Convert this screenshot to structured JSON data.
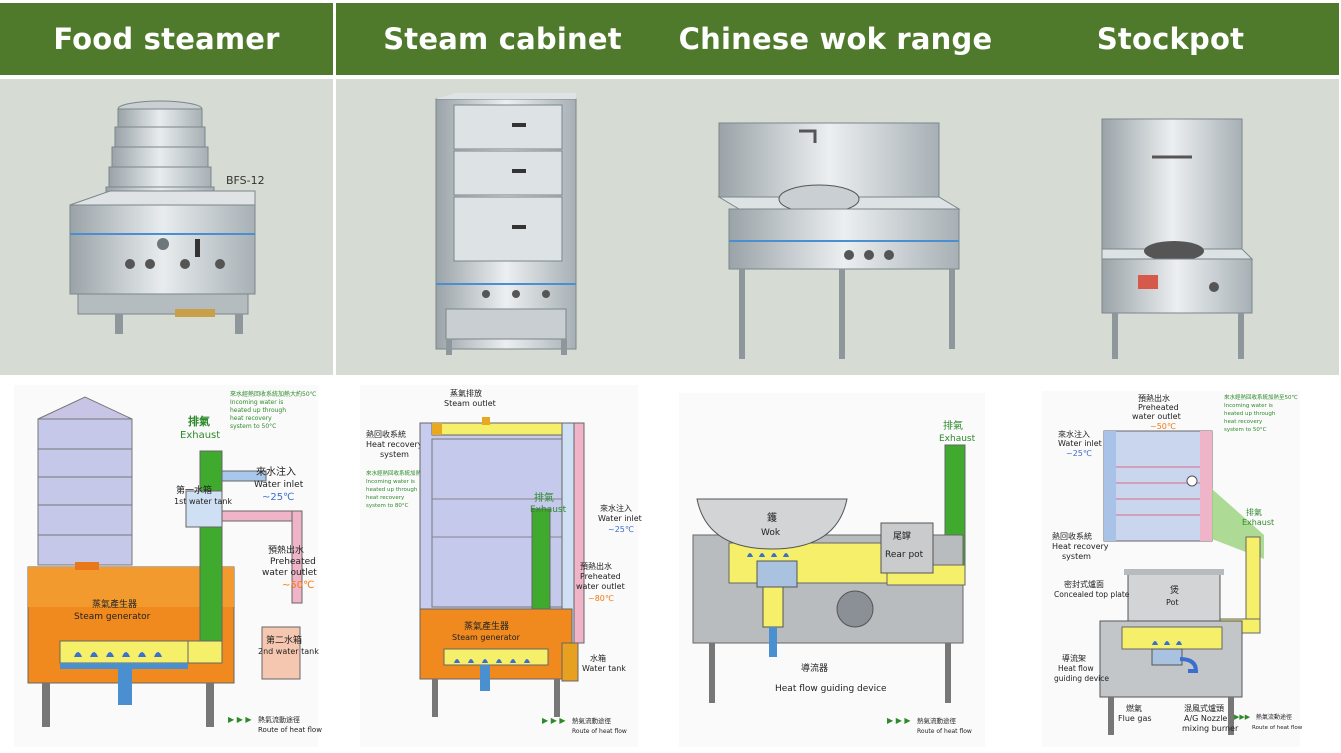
{
  "columns": [
    {
      "title": "Food steamer",
      "model_label": "BFS-12",
      "diagram": {
        "exhaust_zh": "排氣",
        "exhaust_en": "Exhaust",
        "note_zh": "來水經熱回收系統加熱大約50℃",
        "note_en_1": "Incoming water is",
        "note_en_2": "heated up through",
        "note_en_3": "heat recovery",
        "note_en_4": "system to 50°C",
        "water_inlet_zh": "來水注入",
        "water_inlet_en": "Water inlet",
        "water_inlet_temp": "~25℃",
        "tank1_zh": "第一水箱",
        "tank1_en": "1st water tank",
        "preheated_zh": "預熱出水",
        "preheated_en_1": "Preheated",
        "preheated_en_2": "water outlet",
        "preheated_temp": "~50℃",
        "generator_zh": "蒸氣產生器",
        "generator_en": "Steam generator",
        "tank2_zh": "第二水箱",
        "tank2_en": "2nd water tank",
        "legend_zh": "熱氣流動途徑",
        "legend_en": "Route of heat flow"
      }
    },
    {
      "title": "Steam cabinet",
      "diagram": {
        "steam_outlet_zh": "蒸氣排放",
        "steam_outlet_en": "Steam outlet",
        "heat_recovery_zh": "熱回收系統",
        "heat_recovery_en_1": "Heat recovery",
        "heat_recovery_en_2": "system",
        "note_zh": "來水經熱回收系統加熱至80℃",
        "note_en_1": "Incoming water is",
        "note_en_2": "heated up through",
        "note_en_3": "heat recovery",
        "note_en_4": "system to 80°C",
        "exhaust_zh": "排氣",
        "exhaust_en": "Exhaust",
        "water_inlet_zh": "來水注入",
        "water_inlet_en": "Water inlet",
        "water_inlet_temp": "~25℃",
        "preheated_zh": "預熱出水",
        "preheated_en_1": "Preheated",
        "preheated_en_2": "water outlet",
        "preheated_temp": "~80℃",
        "generator_zh": "蒸氣產生器",
        "generator_en": "Steam generator",
        "tank_zh": "水箱",
        "tank_en": "Water tank",
        "legend_zh": "熱氣流動途徑",
        "legend_en": "Route of heat flow"
      }
    },
    {
      "title": "Chinese wok range",
      "diagram": {
        "exhaust_zh": "排氣",
        "exhaust_en": "Exhaust",
        "wok_zh": "鑊",
        "wok_en": "Wok",
        "rear_pot_zh": "尾罉",
        "rear_pot_en": "Rear pot",
        "guide_zh": "導流器",
        "guide_en": "Heat flow guiding device",
        "legend_zh": "熱氣流動途徑",
        "legend_en": "Route of heat flow"
      }
    },
    {
      "title": "Stockpot",
      "diagram": {
        "preheated_zh": "預熱出水",
        "preheated_en_1": "Preheated",
        "preheated_en_2": "water outlet",
        "preheated_temp": "~50℃",
        "note_zh": "來水經熱回收系統加熱至50℃",
        "note_en_1": "Incoming water is",
        "note_en_2": "heated up through",
        "note_en_3": "heat recovery",
        "note_en_4": "system to 50°C",
        "water_inlet_zh": "來水注入",
        "water_inlet_en": "Water inlet",
        "water_inlet_temp": "~25℃",
        "exhaust_zh": "排氣",
        "exhaust_en": "Exhaust",
        "heat_recovery_zh": "熱回收系統",
        "heat_recovery_en_1": "Heat recovery",
        "heat_recovery_en_2": "system",
        "top_plate_zh": "密封式爐面",
        "top_plate_en": "Concealed top plate",
        "pot_zh": "煲",
        "pot_en": "Pot",
        "guide_zh": "導流架",
        "guide_en_1": "Heat flow",
        "guide_en_2": "guiding device",
        "flue_zh": "燃氣",
        "flue_en": "Flue gas",
        "burner_zh": "混風式爐頭",
        "burner_en_1": "A/G Nozzle",
        "burner_en_2": "mixing burner",
        "legend_zh": "熱氣流動途徑",
        "legend_en": "Route of heat flow"
      }
    }
  ],
  "colors": {
    "header_green": "#4f7a2c",
    "photo_bg": "#d6dcd4",
    "exhaust_green": "#3faa2e",
    "heat_yellow": "#f5f06a",
    "generator_orange": "#f07a10",
    "water_blue": "#3a6fd0",
    "water_pink": "#f0b4c8"
  }
}
